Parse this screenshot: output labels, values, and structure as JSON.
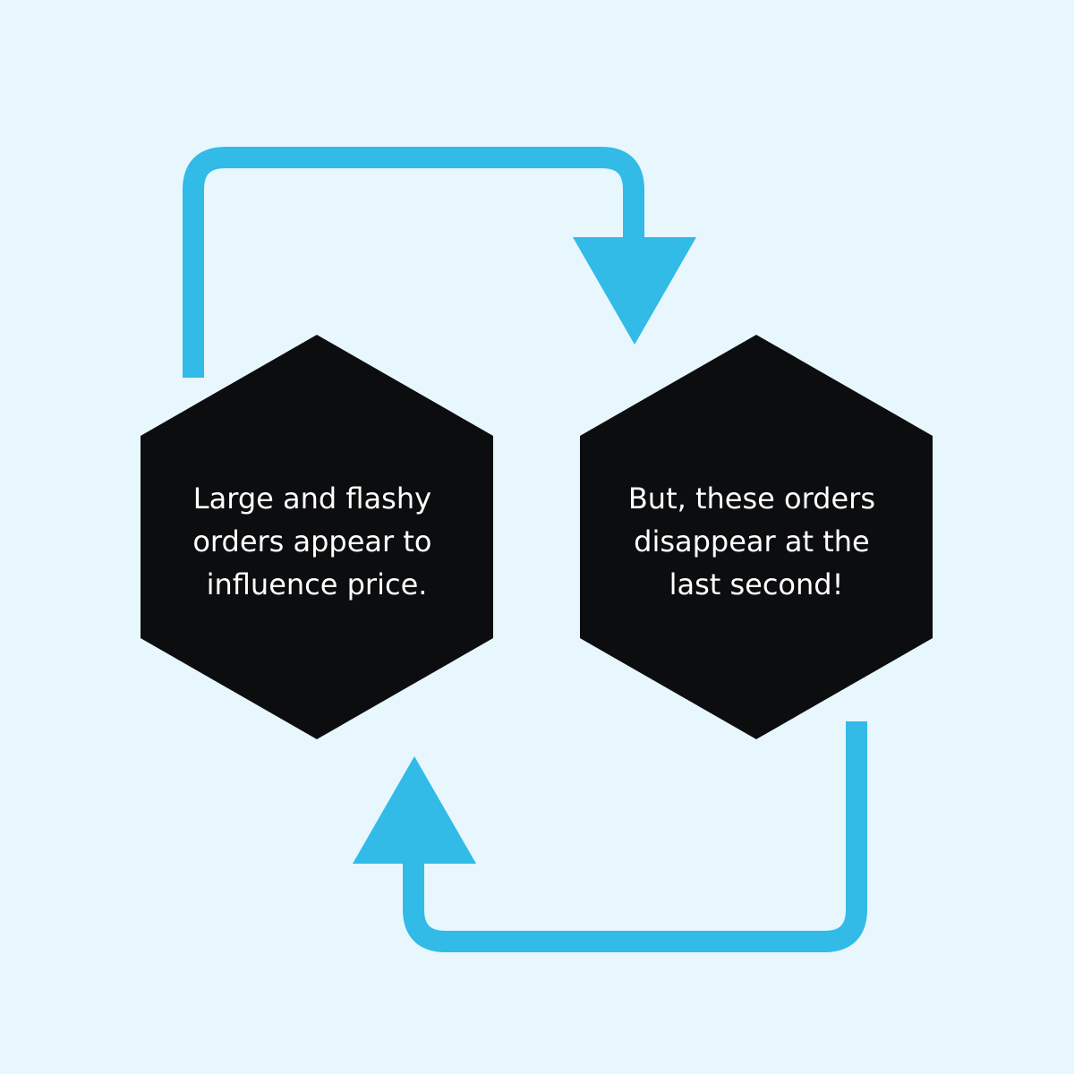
{
  "colors": {
    "background": "#e7f7fd",
    "arrow": "#31bbe6",
    "hexagon": "#0c0d0f",
    "text": "#ffffff"
  },
  "diagram": {
    "type": "cycle",
    "nodes": [
      {
        "id": "left-step",
        "shape": "hexagon",
        "lines": [
          "Large and flashy",
          "orders appear to",
          "influence price."
        ]
      },
      {
        "id": "right-step",
        "shape": "hexagon",
        "lines": [
          "But, these orders",
          "disappear at the",
          "last second!"
        ]
      }
    ],
    "edges": [
      {
        "from": "left-step",
        "to": "right-step",
        "route": "over-top"
      },
      {
        "from": "right-step",
        "to": "left-step",
        "route": "under-bottom"
      }
    ]
  }
}
